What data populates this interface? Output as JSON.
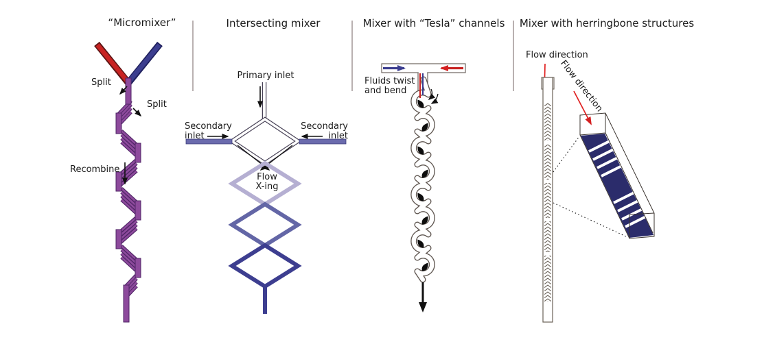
{
  "figure": {
    "panels": [
      {
        "title": "“Micromixer”",
        "labels": {
          "split_left": "Split",
          "split_right": "Split",
          "recombine": "Recombine"
        }
      },
      {
        "title": "Intersecting mixer",
        "labels": {
          "primary_inlet": "Primary inlet",
          "secondary_inlet_left": "Secondary inlet",
          "secondary_inlet_right": "Secondary inlet",
          "flow_crossing": "Flow X-ing"
        }
      },
      {
        "title": "Mixer with “Tesla” channels",
        "labels": {
          "fluids_twist": "Fluids twist and bend"
        }
      },
      {
        "title": "Mixer with herringbone structures",
        "labels": {
          "flow_direction_channel": "Flow direction",
          "flow_direction_box": "Flow direction"
        }
      }
    ],
    "colors": {
      "red": "#c82322",
      "blue": "#3c3e8f",
      "purple": "#8d4a9c",
      "purple_outline": "#4f2566",
      "lavender": "#b5afd2",
      "mid_blue": "#6366a6",
      "navy": "#2b2c6b",
      "channel_outline": "#5f5650",
      "arrow_red": "#d42021",
      "divider": "#b9b1b1",
      "text": "#1a1a1a"
    }
  }
}
